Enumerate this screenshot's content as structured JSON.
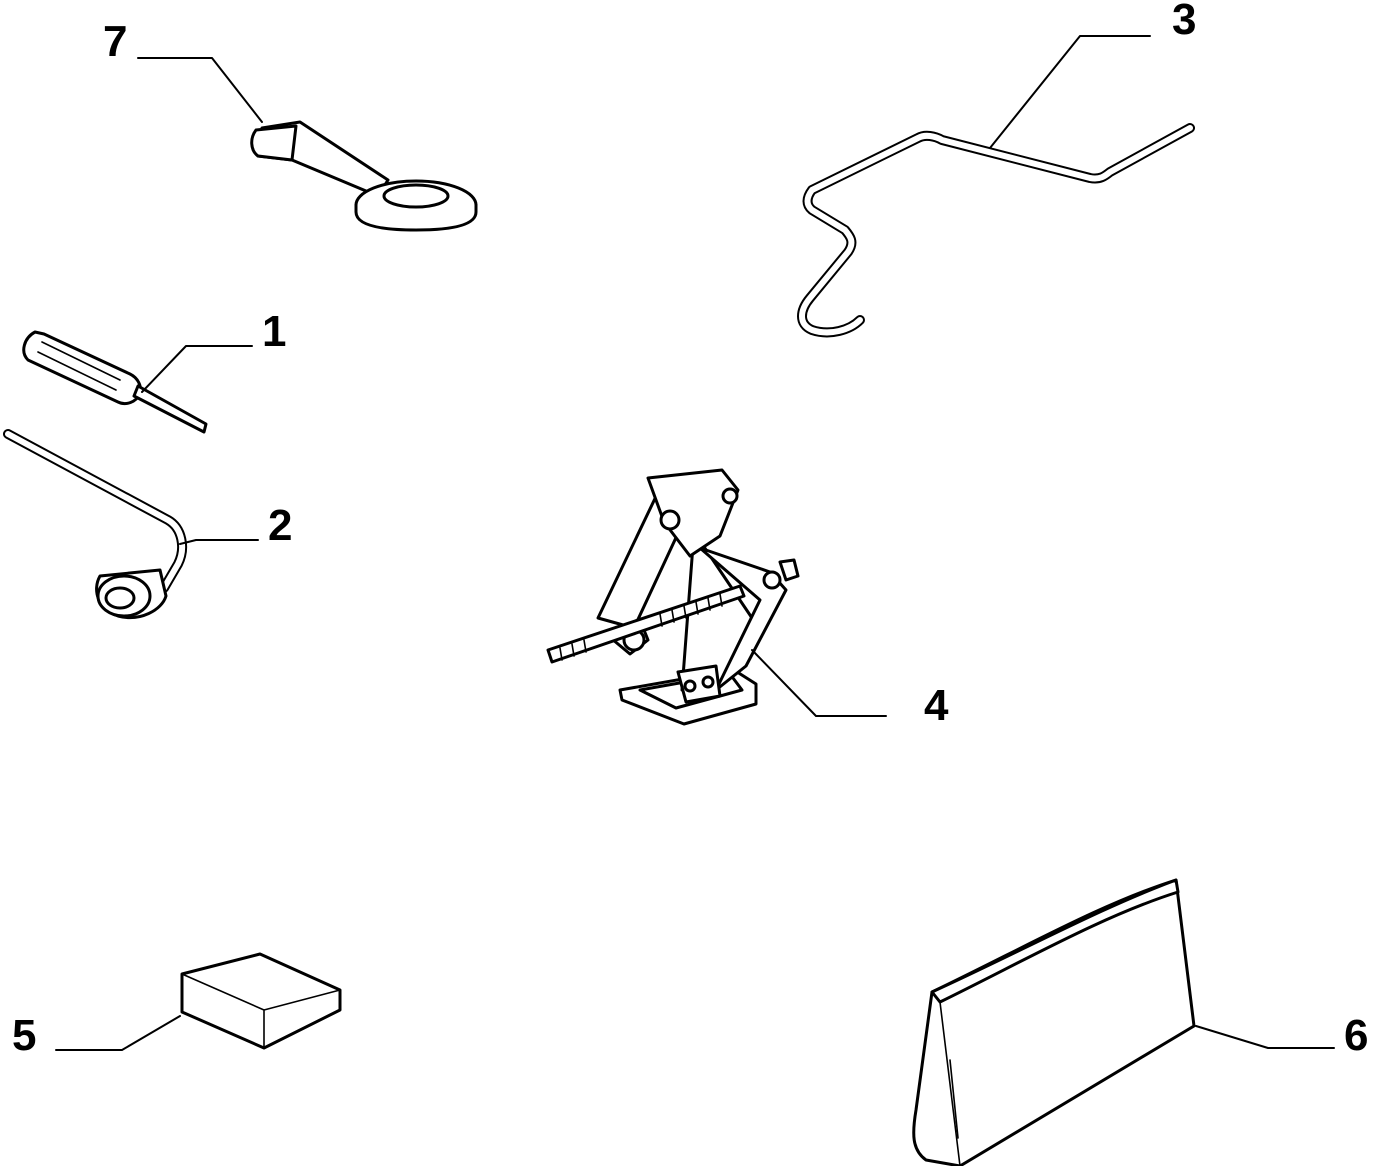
{
  "callouts": [
    {
      "id": "7",
      "label": "7",
      "part": "tow-hook"
    },
    {
      "id": "3",
      "label": "3",
      "part": "hubcap-hook-tool"
    },
    {
      "id": "1",
      "label": "1",
      "part": "screwdriver"
    },
    {
      "id": "2",
      "label": "2",
      "part": "wheel-wrench"
    },
    {
      "id": "4",
      "label": "4",
      "part": "scissor-jack"
    },
    {
      "id": "5",
      "label": "5",
      "part": "block"
    },
    {
      "id": "6",
      "label": "6",
      "part": "wheel-chock"
    }
  ],
  "colors": {
    "line": "#000000",
    "background": "#ffffff"
  }
}
